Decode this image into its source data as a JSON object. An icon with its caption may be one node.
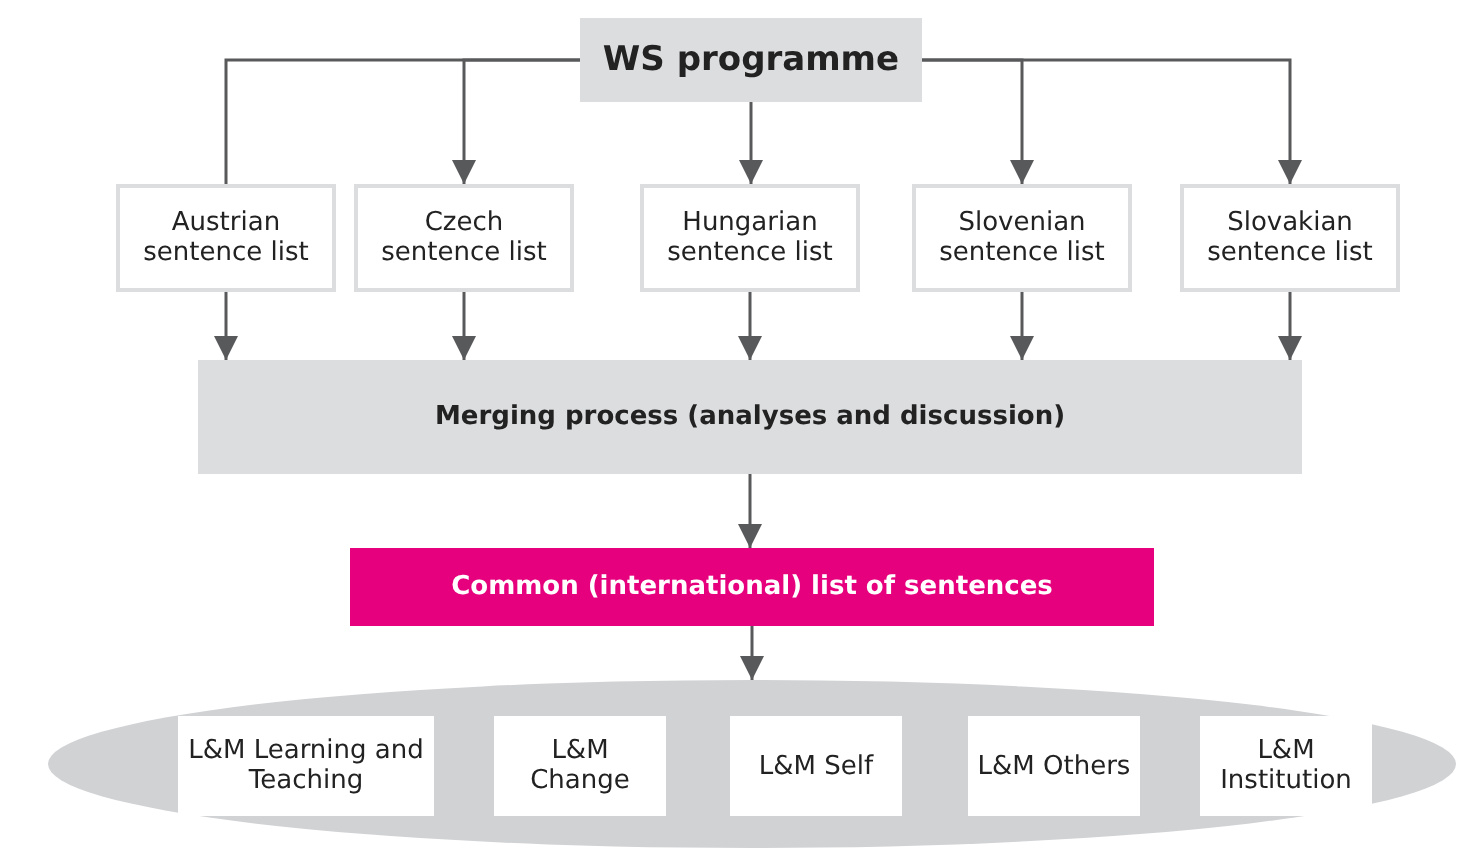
{
  "diagram": {
    "nodes": [
      {
        "text": [
          "WS programme"
        ]
      },
      {
        "text": [
          "Austrian sentence list"
        ]
      },
      {
        "text": [
          "Czech sentence list"
        ]
      },
      {
        "text": [
          "Hungarian sentence list"
        ]
      },
      {
        "text": [
          "Slovenian sentence list"
        ]
      },
      {
        "text": [
          "Slovakian sentence list"
        ]
      },
      {
        "text": [
          "Merging process (analyses and discussion)"
        ]
      },
      {
        "text": [
          "Common (international) list of sentences"
        ]
      },
      {
        "text": [],
        "shape": "ellipse"
      },
      {
        "text": [
          "L&M Learning and Teaching"
        ],
        "in": 8
      },
      {
        "text": [
          "L&M Change"
        ],
        "in": 8
      },
      {
        "text": [
          "L&M Self"
        ],
        "in": 8
      },
      {
        "text": [
          "L&M Others"
        ],
        "in": 8
      },
      {
        "text": [
          "L&M Institution"
        ],
        "in": 8
      }
    ],
    "edges": [
      {
        "from": 0,
        "to": 1,
        "arrow": "none"
      },
      {
        "from": 0,
        "to": 2,
        "arrow": "to"
      },
      {
        "from": 0,
        "to": 3,
        "arrow": "to"
      },
      {
        "from": 0,
        "to": 4,
        "arrow": "to"
      },
      {
        "from": 0,
        "to": 5,
        "arrow": "to"
      },
      {
        "from": 1,
        "to": 6,
        "arrow": "to"
      },
      {
        "from": 2,
        "to": 6,
        "arrow": "to"
      },
      {
        "from": 3,
        "to": 6,
        "arrow": "to"
      },
      {
        "from": 4,
        "to": 6,
        "arrow": "to"
      },
      {
        "from": 5,
        "to": 6,
        "arrow": "to"
      },
      {
        "from": 6,
        "to": 7,
        "arrow": "to"
      },
      {
        "from": 7,
        "to": 8,
        "arrow": "to"
      }
    ]
  }
}
